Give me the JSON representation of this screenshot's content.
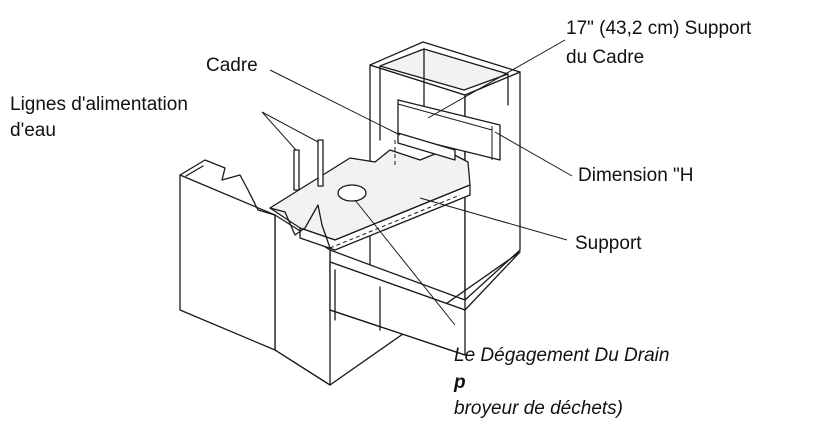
{
  "labels": {
    "support_cadre_line1": "17\" (43,2 cm) Support",
    "support_cadre_line2": "du Cadre",
    "cadre": "Cadre",
    "lignes_line1": "Lignes d'alimentation",
    "lignes_line2": "d'eau",
    "dimension_h": "Dimension \"H",
    "support": "Support",
    "degagement_line1": "Le Dégagement Du Drain",
    "degagement_line2": "p",
    "degagement_line3": "broyeur de déchets)"
  }
}
